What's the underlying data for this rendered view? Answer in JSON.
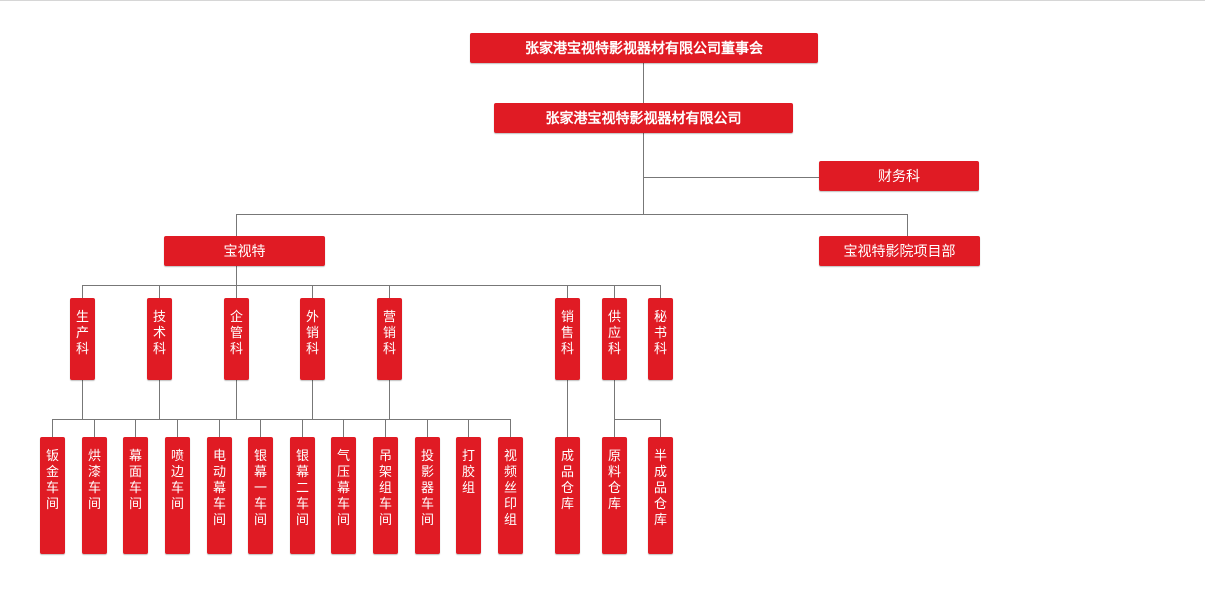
{
  "colors": {
    "box": "#e01b24",
    "text": "#ffffff",
    "line": "#777777"
  },
  "board": "张家港宝视特影视器材有限公司董事会",
  "company": "张家港宝视特影视器材有限公司",
  "finance": "财务科",
  "main_unit": "宝视特",
  "project_dept": "宝视特影院项目部",
  "departments": [
    "生产科",
    "技术科",
    "企管科",
    "外销科",
    "营销科",
    "销售科",
    "供应科",
    "秘书科"
  ],
  "workshops": [
    "钣金车间",
    "烘漆车间",
    "幕面车间",
    "喷边车间",
    "电动幕车间",
    "银幕一车间",
    "银幕二车间",
    "气压幕车间",
    "吊架组车间",
    "投影器车间",
    "打胶组",
    "视频丝印组"
  ],
  "warehouses": [
    "成品仓库",
    "原料仓库",
    "半成品仓库"
  ]
}
